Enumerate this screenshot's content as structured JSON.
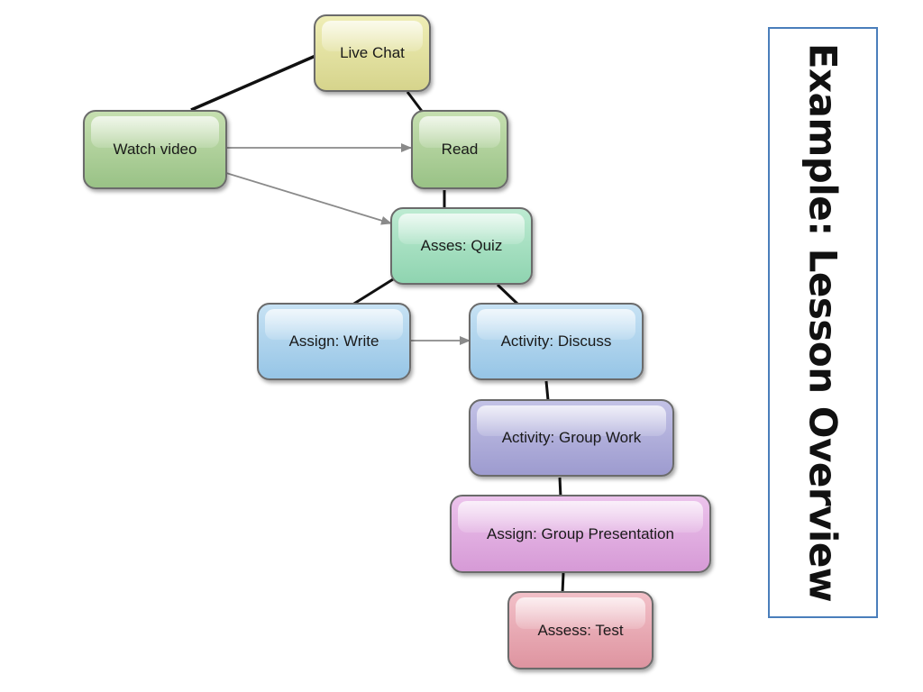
{
  "title": "Example: Lesson Overview",
  "colors": {
    "title_border": "#4a7ebb",
    "line": "#111111",
    "arrow": "#8a8a8a"
  },
  "nodes": {
    "live_chat": "Live Chat",
    "watch_video": "Watch video",
    "read": "Read",
    "quiz": "Asses: Quiz",
    "assign_write": "Assign: Write",
    "activity_discuss": "Activity: Discuss",
    "group_work": "Activity: Group Work",
    "group_presentation": "Assign: Group Presentation",
    "assess_test": "Assess: Test"
  },
  "edges": [
    {
      "from": "Watch video",
      "to": "Live Chat",
      "style": "line"
    },
    {
      "from": "Live Chat",
      "to": "Read",
      "style": "line"
    },
    {
      "from": "Watch video",
      "to": "Read",
      "style": "arrow"
    },
    {
      "from": "Watch video",
      "to": "Asses: Quiz",
      "style": "arrow"
    },
    {
      "from": "Read",
      "to": "Asses: Quiz",
      "style": "line"
    },
    {
      "from": "Asses: Quiz",
      "to": "Assign: Write",
      "style": "line"
    },
    {
      "from": "Asses: Quiz",
      "to": "Activity: Discuss",
      "style": "line"
    },
    {
      "from": "Assign: Write",
      "to": "Activity: Discuss",
      "style": "arrow"
    },
    {
      "from": "Activity: Discuss",
      "to": "Activity: Group Work",
      "style": "line"
    },
    {
      "from": "Activity: Group Work",
      "to": "Assign: Group Presentation",
      "style": "line"
    },
    {
      "from": "Assign: Group Presentation",
      "to": "Assess: Test",
      "style": "line"
    }
  ]
}
